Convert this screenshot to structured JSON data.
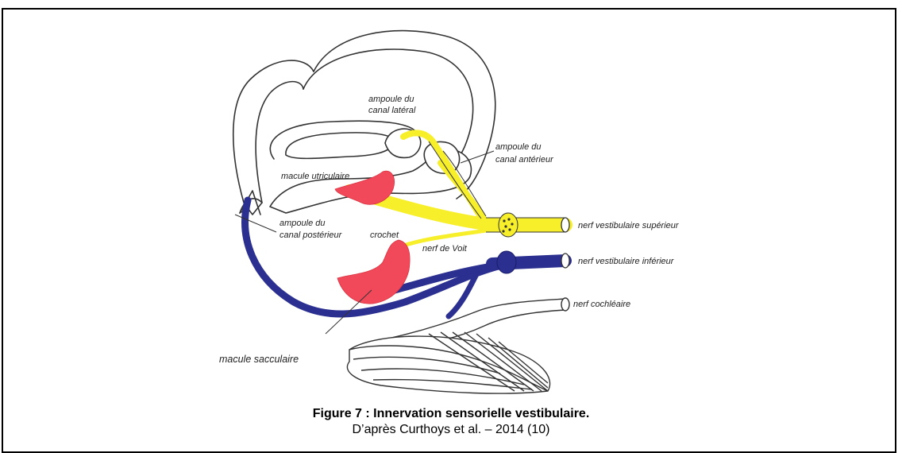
{
  "figure": {
    "title": "Figure 7 : Innervation sensorielle vestibulaire.",
    "source": "D’après Curthoys et al. – 2014 (10)"
  },
  "labels": {
    "ampoule_lateral_1": "ampoule du",
    "ampoule_lateral_2": "canal latéral",
    "ampoule_anterieur_1": "ampoule du",
    "ampoule_anterieur_2": "canal antérieur",
    "macule_utriculaire": "macule utriculaire",
    "ampoule_posterieur_1": "ampoule du",
    "ampoule_posterieur_2": "canal postérieur",
    "crochet": "crochet",
    "nerf_voit": "nerf de Voit",
    "nerf_vest_sup": "nerf vestibulaire supérieur",
    "nerf_vest_inf": "nerf vestibulaire inférieur",
    "nerf_cochleaire": "nerf cochléaire",
    "macule_sacculaire": "macule sacculaire"
  },
  "colors": {
    "superior_nerve": "#f7ef2a",
    "inferior_nerve": "#2b2f8f",
    "macula": "#f2495a",
    "outline": "#333333"
  }
}
